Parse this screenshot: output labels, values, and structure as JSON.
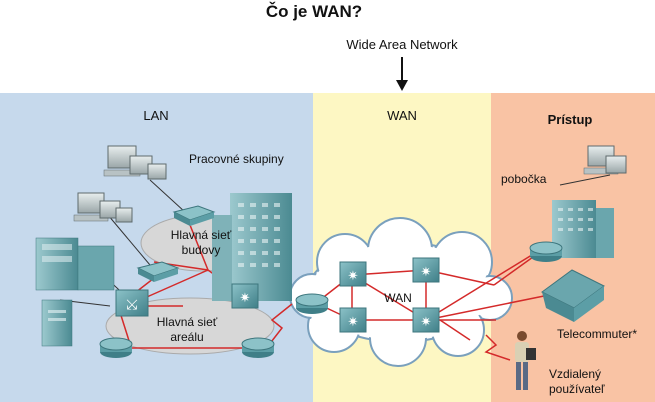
{
  "title": "Čo je WAN?",
  "subtitle": "Wide Area Network",
  "sections": {
    "lan": "LAN",
    "wan": "WAN",
    "access": "Prístup"
  },
  "labels": {
    "workgroups": "Pracovné skupiny",
    "building_backbone_1": "Hlavná sieť",
    "building_backbone_2": "budovy",
    "campus_backbone_1": "Hlavná sieť",
    "campus_backbone_2": "areálu",
    "cloud": "WAN",
    "branch": "pobočka",
    "telecommuter": "Telecommuter*",
    "remote_user_1": "Vzdialený",
    "remote_user_2": "používateľ"
  },
  "colors": {
    "lan_bg": "#c6d9ec",
    "wan_bg": "#fdf7c3",
    "access_bg": "#f9c3a4",
    "link": "#d42a2a",
    "device": "#5c9ea6"
  }
}
